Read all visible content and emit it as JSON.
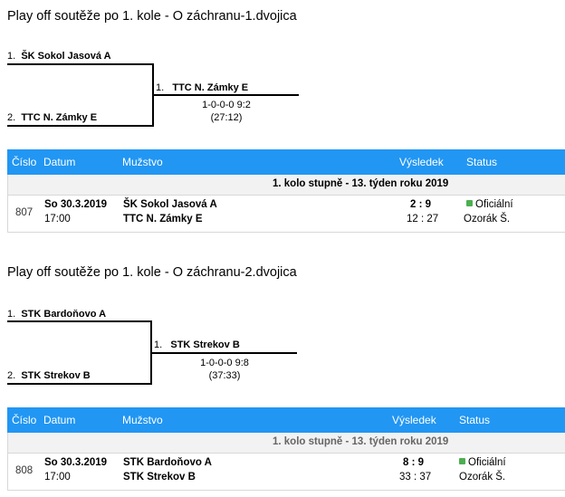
{
  "groups": [
    {
      "title": "Play off soutěže po 1. kole - O záchranu-1.dvojica",
      "seed1": {
        "num": "1.",
        "team": "ŠK Sokol Jasová A"
      },
      "seed2": {
        "num": "2.",
        "team": "TTC N. Zámky E"
      },
      "winner": {
        "num": "1.",
        "team": "TTC N. Zámky E"
      },
      "result_line": "1-0-0-0  9:2",
      "result_sub": "(27:12)",
      "table": {
        "headers": {
          "cislo": "Číslo",
          "datum": "Datum",
          "muzstvo": "Mužstvo",
          "vysledek": "Výsledek",
          "status": "Status"
        },
        "round_label": "1. kolo stupně - 13. týden roku 2019",
        "match": {
          "number": "807",
          "date": "So 30.3.2019",
          "time": "17:00",
          "home": "ŠK Sokol Jasová A",
          "away": "TTC N. Zámky E",
          "score": "2 : 9",
          "sets": "12 : 27",
          "status": "Oficiální",
          "referee": "Ozorák Š."
        }
      }
    },
    {
      "title": "Play off soutěže po 1. kole - O záchranu-2.dvojica",
      "seed1": {
        "num": "1.",
        "team": "STK Bardoňovo A"
      },
      "seed2": {
        "num": "2.",
        "team": "STK Strekov B"
      },
      "winner": {
        "num": "1.",
        "team": "STK Strekov B"
      },
      "result_line": "1-0-0-0  9:8",
      "result_sub": "(37:33)",
      "table": {
        "headers": {
          "cislo": "Číslo",
          "datum": "Datum",
          "muzstvo": "Mužstvo",
          "vysledek": "Výsledek",
          "status": "Status"
        },
        "round_label": "1. kolo stupně - 13. týden roku 2019",
        "match": {
          "number": "808",
          "date": "So 30.3.2019",
          "time": "17:00",
          "home": "STK Bardoňovo A",
          "away": "STK Strekov B",
          "score": "8 : 9",
          "sets": "33 : 37",
          "status": "Oficiální",
          "referee": "Ozorák Š."
        }
      }
    }
  ],
  "colors": {
    "header_bg": "#2196f3",
    "round_bg": "#f2f2f2",
    "status_ok": "#4caf50"
  }
}
